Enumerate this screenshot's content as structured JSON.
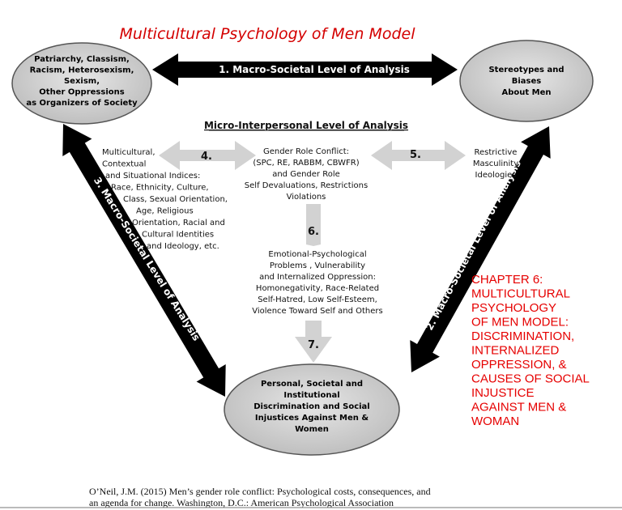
{
  "title": "Multicultural Psychology of Men Model",
  "nodes": {
    "top_left": [
      "Patriarchy, Classism,",
      "Racism, Heterosexism,",
      "Sexism,",
      "Other Oppressions",
      "as Organizers of Society"
    ],
    "top_right": [
      "Stereotypes and",
      "Biases",
      "About Men"
    ],
    "bottom": [
      "Personal, Societal and",
      "Institutional",
      "Discrimination and Social",
      "Injustices Against Men &",
      "Women"
    ]
  },
  "arrows": {
    "a1": "1. Macro-Societal  Level of Analysis",
    "a2": "2. Macro-Societal  Level of Analysis",
    "a3": "3. Macro-Societal  Level of Analysis",
    "n4": "4.",
    "n5": "5.",
    "n6": "6.",
    "n7": "7."
  },
  "micro_heading": "Micro-Interpersonal  Level of Analysis",
  "blocks": {
    "left": [
      "Multicultural,",
      "Contextual",
      "and Situational Indices:",
      "Race, Ethnicity, Culture,",
      "Class, Sexual Orientation,",
      "Age, Religious",
      "Orientation, Racial and",
      "Cultural Identities",
      "and Ideology, etc."
    ],
    "center": [
      "Gender Role Conflict:",
      "(SPC, RE, RABBM, CBWFR)",
      "and Gender Role",
      "Self Devaluations, Restrictions",
      "Violations"
    ],
    "right": [
      "Restrictive",
      "Masculinity",
      "Ideologies"
    ],
    "middle": [
      "Emotional-Psychological",
      "Problems , Vulnerability",
      "and Internalized Oppression:",
      "Homonegativity, Race-Related",
      "Self-Hatred, Low Self-Esteem,",
      "Violence Toward Self and Others"
    ]
  },
  "chapter": [
    "CHAPTER 6:",
    "MULTICULTURAL",
    "PSYCHOLOGY",
    "OF MEN MODEL:",
    "DISCRIMINATION,",
    "INTERNALIZED",
    "OPPRESSION, &",
    "CAUSES OF SOCIAL",
    "INJUSTICE",
    "AGAINST MEN &",
    "WOMAN"
  ],
  "citation": [
    "O’Neil, J.M. (2015) Men’s gender role conflict: Psychological costs, consequences, and",
    "an agenda for change. Washington, D.C.: American Psychological Association"
  ],
  "colors": {
    "title": "#d40000",
    "chapter": "#e60000",
    "ellipse_fill": "#cfcfcf",
    "grey_arrow": "#d2d2d2",
    "black_arrow": "#000000"
  }
}
